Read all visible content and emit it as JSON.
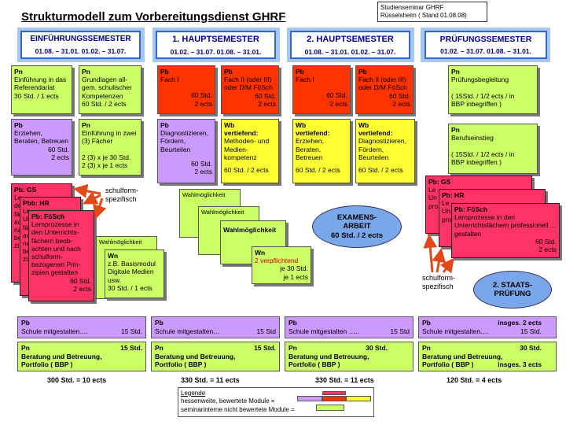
{
  "title": "Strukturmodell zum Vorbereitungsdienst GHRF",
  "seminar": {
    "line1": "Studienseminar GHRF",
    "line2": "Rüsselsheim ( Stand 01.08.08)"
  },
  "headers": [
    {
      "title": "EINFÜHRUNGSSEMESTER",
      "dates": "01.08. – 31.01.   01.02. – 31.07."
    },
    {
      "title": "1. HAUPTSEMESTER",
      "dates": "01.02. – 31.07.   01.08. – 31.01."
    },
    {
      "title": "2. HAUPTSEMESTER",
      "dates": "01.08. – 31.01.   01.02. – 31.07."
    },
    {
      "title": "PRÜFUNGSSEMESTER",
      "dates": "01.02. – 31.07.  01.08. – 31.01."
    }
  ],
  "einf": {
    "b1": {
      "t": "Pn",
      "body": "Einführung in das Referendariat\n30 Std. / 1 ects"
    },
    "b2": {
      "t": "Pn",
      "body": "Grundlagen all-gem. schulischer Kompetenzen\n60 Std. / 2 ects"
    },
    "b3": {
      "t": "Pb",
      "body": "Erziehen, Beraten, Betreuen",
      "std": "60 Std.",
      "ects": "2 ects"
    },
    "b4": {
      "t": "Pn",
      "body": "Einführung in zwei (3) Fächer\n\n2 (3) x je 30 Std.\n2 (3) x je 1 ects"
    },
    "gs": {
      "t": "Pb: GS",
      "body": "Le\nde\nfä\nac\nna\nbe\nzi"
    },
    "hr": {
      "t": "Pbb: HR",
      "body": "Le\nUn\nfä\nac\nna\nbe\nzi"
    },
    "fosch": {
      "t": "Pb: FöSch",
      "body": "Lernprozesse in den Unterrichts-fächern beob-achten und nach schulform-bezogenen Prin-zipien gestalten",
      "std": "60 Std.",
      "ects": "2 ects"
    },
    "schulform": "schulform-\nspezifisch",
    "wahl": "Wahlmöglichkeit",
    "wn": {
      "t": "Wn",
      "body": "z.B. Basismodul Digitale Medien usw.\n30 Std. / 1 ects"
    }
  },
  "haupt1": {
    "b1": {
      "t": "Pb",
      "body": "Fach I",
      "std": "60 Std.",
      "ects": "2 ects"
    },
    "b2": {
      "t": "Pb",
      "body": "Fach II (oder III) oder D/M FöSch",
      "std": "60 Std.",
      "ects": "2 ects"
    },
    "b3": {
      "t": "Pb",
      "body": "Diagnostizieren, Fördern, Beurteilen",
      "std": "60 Std.",
      "ects": "2 ects"
    },
    "b4": {
      "t": "Wb",
      "sub": "vertiefend:",
      "body": "Methoden- und Medien-kompetenz",
      "foot": "60 Std. / 2 ects"
    },
    "wahl": "Wahlmöglichkeit",
    "wahl2": "Wahlmöglichkeit",
    "wahl3": "Wahlmöglichkeit",
    "wn": {
      "t": "Wn",
      "red": "2 verpflichtend",
      "std": "je 30 Std.",
      "ects": "je 1 ects"
    }
  },
  "haupt2": {
    "b1": {
      "t": "Pb",
      "body": "Fach I",
      "std": "60 Std.",
      "ects": "2 ects"
    },
    "b2": {
      "t": "Pb",
      "body": "Fach II (oder III) oder D/M FöSch",
      "std": "60 Std.",
      "ects": "2 ects"
    },
    "b3": {
      "t": "Wb",
      "sub": "vertiefend:",
      "body": "Erziehen, Beraten, Betreuen",
      "foot": "60 Std. / 2 ects"
    },
    "b4": {
      "t": "Wb",
      "sub": "vertiefend:",
      "body": "Diagnostizieren, Fördern, Beurteilen",
      "foot": "60 Std. / 2 ects"
    },
    "exam": {
      "l1": "EXAMENS-",
      "l2": "ARBEIT",
      "l3": "60 Std. / 2 ects"
    }
  },
  "pruef": {
    "b1": {
      "t": "Pn",
      "body": "Prüfungsbegleitung\n\n( 15Std. / 1/2 ects /  in\n  BBP inbegriffen )"
    },
    "b2": {
      "t": "Pn",
      "body": "Berufseinstieg\n\n( 15Std. / 1/2 ects / in\n  BBP  inbegriffen )"
    },
    "gs": {
      "t": "Pb: GS",
      "body": "Le\nUn\npro"
    },
    "hr": {
      "t": "Pb: HR",
      "body": "Le\nUn\npro"
    },
    "fosch": {
      "t": "Pb: FöSch",
      "body": "Lernprozesse in den Unterrichtsfächern professionell ... gestalten",
      "std": "60 Std.",
      "ects": "2 ects"
    },
    "schulform": "schulform-\nspezifisch",
    "staats": {
      "l1": "2. STAATS-",
      "l2": "PRÜFUNG"
    }
  },
  "row_pb": [
    {
      "t": "Pb",
      "l": "Schule mitgestalten….",
      "r": "15 Std."
    },
    {
      "t": "Pb",
      "l": "Schule mitgestalten…",
      "r": "15 Std"
    },
    {
      "t": "Pb",
      "l": "Schule mitgestalten …..",
      "r": "15 Std"
    },
    {
      "t": "Pb",
      "tr": "insges. 2 ects",
      "l": "Schule mitgestalten….",
      "r": "15 Std."
    }
  ],
  "row_pn": [
    {
      "t": "Pn",
      "tr": "15 Std.",
      "l1": "Beratung und Betreuung,",
      "l2": "Portfolio  ( BBP )",
      "r2": ""
    },
    {
      "t": "Pn",
      "tr": "15 Std.",
      "l1": "Beratung und Betreuung,",
      "l2": "Portfolio ( BBP )",
      "r2": ""
    },
    {
      "t": "Pn",
      "tr": "30 Std.",
      "l1": "Beratung und Betreuung,",
      "l2": "Portfolio ( BBP )",
      "r2": ""
    },
    {
      "t": "Pn",
      "tr": "30 Std.",
      "l1": "Beratung und Betreuung,",
      "l2": "Portfolio ( BBP )",
      "r2": "insges. 3 ects"
    }
  ],
  "totals": [
    "300 Std. = 10 ects",
    "330 Std. = 11 ects",
    "330 Std. = 11 ects",
    "120 Std. = 4 ects"
  ],
  "legend": {
    "title": "Legende",
    "l1": "hessenweite, bewertete Module =",
    "l2": "seminarinterne nicht bewertete Module ="
  },
  "colors": {
    "green": "#ccff66",
    "purple": "#cc99ff",
    "red": "#ff3300",
    "yellow": "#ffff33",
    "blue": "#8fb3e8",
    "pink": "#ff3366",
    "arrow": "#e04a1a"
  }
}
